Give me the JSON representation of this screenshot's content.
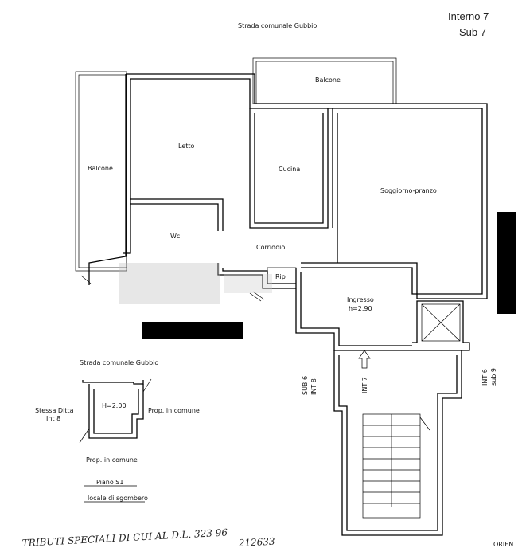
{
  "header": {
    "street_top": "Strada comunale Gubbio",
    "unit_line1": "Interno 7",
    "unit_line2": "Sub 7"
  },
  "rooms": {
    "balcone_top": "Balcone",
    "balcone_left": "Balcone",
    "letto": "Letto",
    "cucina": "Cucina",
    "soggiorno": "Soggiorno-pranzo",
    "wc": "Wc",
    "corridoio": "Corridoio",
    "rip": "Rip",
    "ingresso": "Ingresso",
    "ingresso_h": "h=2.90"
  },
  "neighbours": {
    "sub6": "SUB 6",
    "int8": "INT 8",
    "int7": "INT 7",
    "int6": "INT 6",
    "sub9": "sub 9"
  },
  "inset": {
    "street": "Strada comunale Gubbio",
    "left_label_1": "Stessa Ditta",
    "left_label_2": "Int 8",
    "right_label": "Prop. in comune",
    "bottom_label": "Prop. in comune",
    "height": "H=2.00",
    "floor": "Piano S1",
    "usage": "locale di sgombero"
  },
  "footer": {
    "handwriting_1": "TRIBUTI SPECIALI DI CUI AL D.L. 323 96",
    "handwriting_2": "212633",
    "corner": "ORIEN"
  }
}
